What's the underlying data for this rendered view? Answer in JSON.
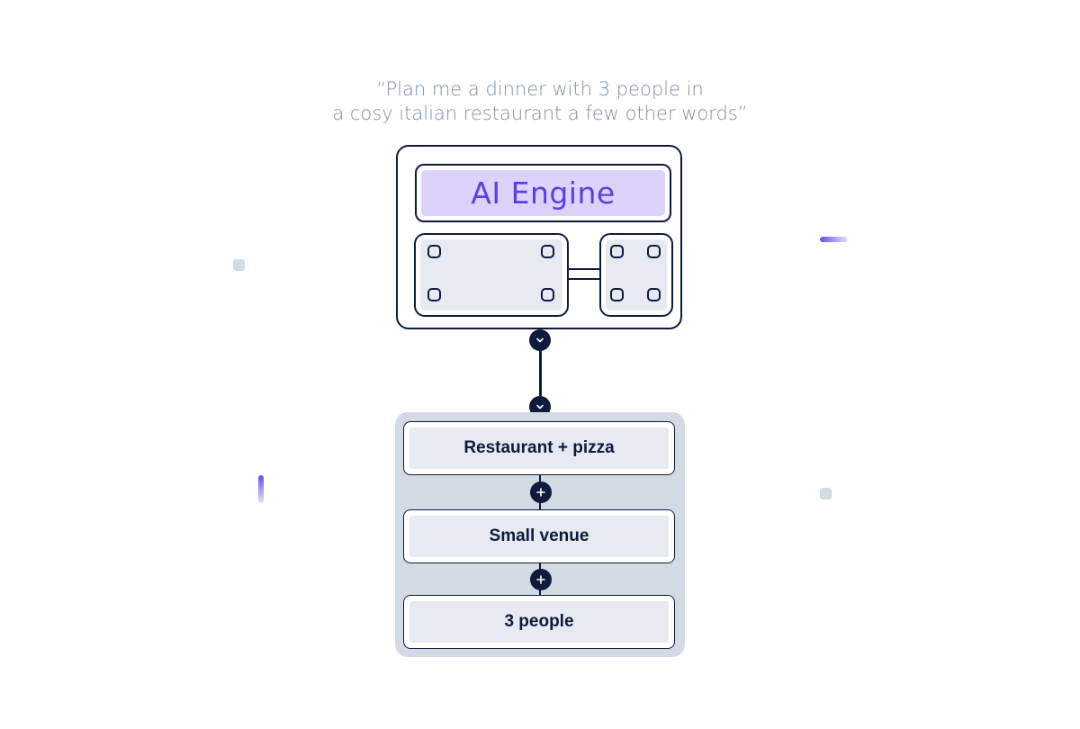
{
  "prompt": {
    "line1": "“Plan me a dinner with 3 people in",
    "line2": "a cosy italian restaurant a few other words”"
  },
  "engine": {
    "title": "AI Engine"
  },
  "stack": {
    "items": [
      {
        "label": "Restaurant + pizza"
      },
      {
        "label": "Small venue"
      },
      {
        "label": "3 people"
      }
    ]
  },
  "icons": {
    "expand": "chevron-down-icon",
    "add": "plus-icon"
  },
  "colors": {
    "accent": "#5b3fe6",
    "accent_bg": "#dcd2fb",
    "ink": "#0f1a3d",
    "muted_text": "#7f8ea3",
    "panel_bg": "#d3dae4",
    "chip_bg": "#e7eaf0"
  }
}
